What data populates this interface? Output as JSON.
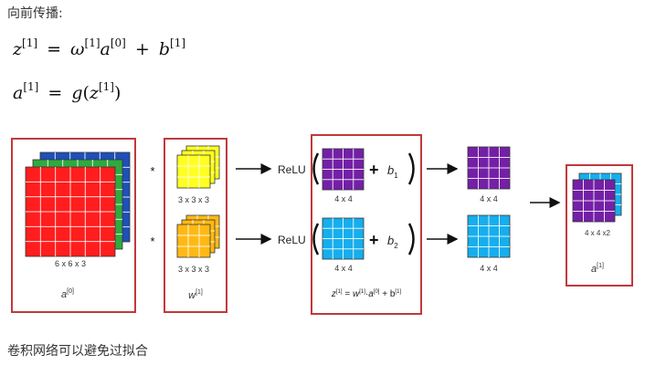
{
  "heading": "向前传播:",
  "equation1": {
    "lhs": "z",
    "lhs_sup": "[1]",
    "eq": "=",
    "w": "ω",
    "w_sup": "[1]",
    "a": "a",
    "a_sup": "[0]",
    "plus": "+",
    "b": "b",
    "b_sup": "[1]"
  },
  "equation2": {
    "lhs": "a",
    "lhs_sup": "[1]",
    "eq": "=",
    "g": "g",
    "open": "(",
    "z": "z",
    "z_sup": "[1]",
    "close": ")"
  },
  "diagram": {
    "input": {
      "size": "6 x 6 x 3",
      "label": "a",
      "label_sup": "[0]"
    },
    "star": "*",
    "filter1_size": "3 x 3 x 3",
    "filter2_size": "3 x 3 x 3",
    "weights": {
      "label": "w",
      "label_sup": "[1]"
    },
    "relu": "ReLU",
    "plus": "+",
    "bias1": {
      "base": "b",
      "sub": "1"
    },
    "bias2": {
      "base": "b",
      "sub": "2"
    },
    "conv1_size": "4 x 4",
    "conv2_size": "4 x 4",
    "formula": {
      "z": "z",
      "z_sup": "[1]",
      "eq": " = ",
      "w": "w",
      "w_sup": "[1]",
      "dot": "·",
      "a": "a",
      "a_sup": "[0]",
      "plus": " + ",
      "b": "b",
      "b_sup": "[1]"
    },
    "out1_size": "4 x 4",
    "out2_size": "4 x 4",
    "final": {
      "size": "4 x 4 x2",
      "label": "a",
      "label_sup": "[1]"
    },
    "colors": {
      "red": "#ff1d1d",
      "green": "#2faa3e",
      "blue": "#1f4fb8",
      "yellow": "#ffff22",
      "orange": "#ffb914",
      "purple": "#7420a6",
      "cyan": "#16aeed",
      "frame": "#c0393b"
    }
  },
  "footer": "卷积网络可以避免过拟合"
}
